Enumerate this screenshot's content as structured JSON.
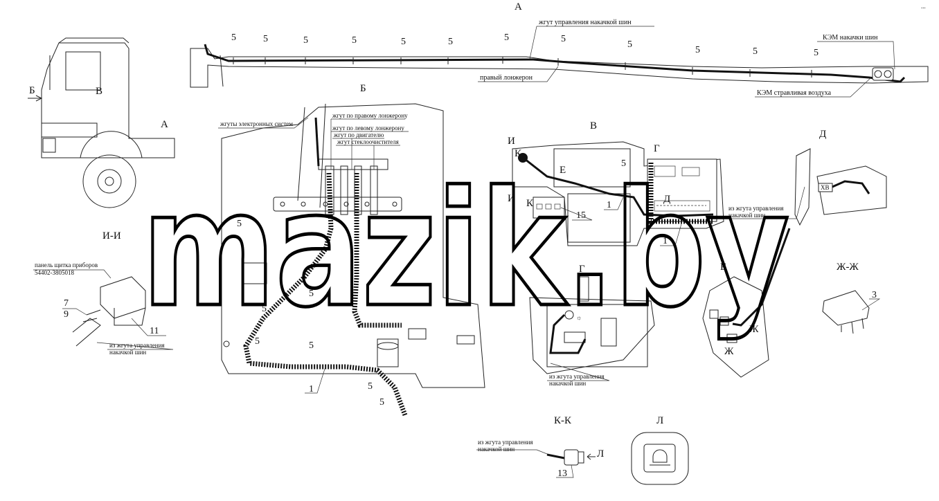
{
  "views": {
    "A": "А",
    "B": "Б",
    "V": "В",
    "G": "Г",
    "D": "Д",
    "E": "Е",
    "I_I": "И-И",
    "ZH_ZH": "Ж-Ж",
    "K_K": "К-К",
    "L": "Л"
  },
  "markers": {
    "arrow_B": "Б",
    "arrow_V": "В",
    "arrow_A": "А",
    "I_top": "И",
    "I_bottom": "И",
    "K_top": "К",
    "K_bottom": "К",
    "E_mark": "Е",
    "G_mark": "Г",
    "D_mark": "Д",
    "ZH_1": "Ж",
    "ZH_2": "Ж",
    "L_arrow": "Л",
    "XB": "ХВ"
  },
  "labels": {
    "tire_harness": "жгут управления накачкой шин",
    "valve_inflation": "КЭМ накачки шин",
    "right_spar": "правый лонжерон",
    "valve_bleed": "КЭМ стравливая воздуха",
    "electronic_harness": "жгуты электронных систем",
    "right_spar_harness": "жгут по правому лонжерону",
    "left_spar_harness": "жгут по левому лонжерону",
    "engine_harness": "жгут по двигателю",
    "wiper_harness": "жгут стеклоочистителя",
    "panel_line1": "панель щитка приборов",
    "panel_line2": "54402-3805018",
    "from_harness_line1": "из жгута управления",
    "from_harness_line2": "накачкой шин"
  },
  "numbers": {
    "five": "5",
    "one": "1",
    "three": "3",
    "seven": "7",
    "nine": "9",
    "eleven": "11",
    "thirteen": "13",
    "fifteen": "15"
  },
  "watermark": "mazik.by",
  "corner_mark": "..."
}
